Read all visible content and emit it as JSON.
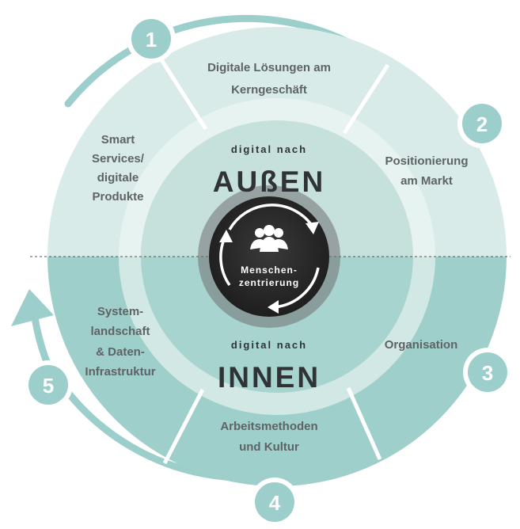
{
  "colors": {
    "top_light": "#d9ebe8",
    "top_mid": "#c6e0dc",
    "bottom": "#9fcfca",
    "ring": "#9ccfcb",
    "text": "#5e6366",
    "dark": "#2b2b2b"
  },
  "outer_numbers": [
    "1",
    "2",
    "3",
    "4",
    "5"
  ],
  "segments": {
    "top": [
      "Digitale Lösungen am",
      "Kerngeschäft"
    ],
    "top_right": [
      "Positionierung",
      "am Markt"
    ],
    "top_left": [
      "Smart",
      "Services/",
      "digitale",
      "Produkte"
    ],
    "bottom_right": [
      "Organisation"
    ],
    "bottom": [
      "Arbeitsmethoden",
      "und Kultur"
    ],
    "bottom_left": [
      "System-",
      "landschaft",
      "& Daten-",
      "Infrastruktur"
    ]
  },
  "outward": {
    "small": "digital nach",
    "big": "AUßEN"
  },
  "inward": {
    "small": "digital nach",
    "big": "INNEN"
  },
  "center": {
    "line1": "Menschen-",
    "line2": "zentrierung",
    "icon": "people-group-icon"
  }
}
